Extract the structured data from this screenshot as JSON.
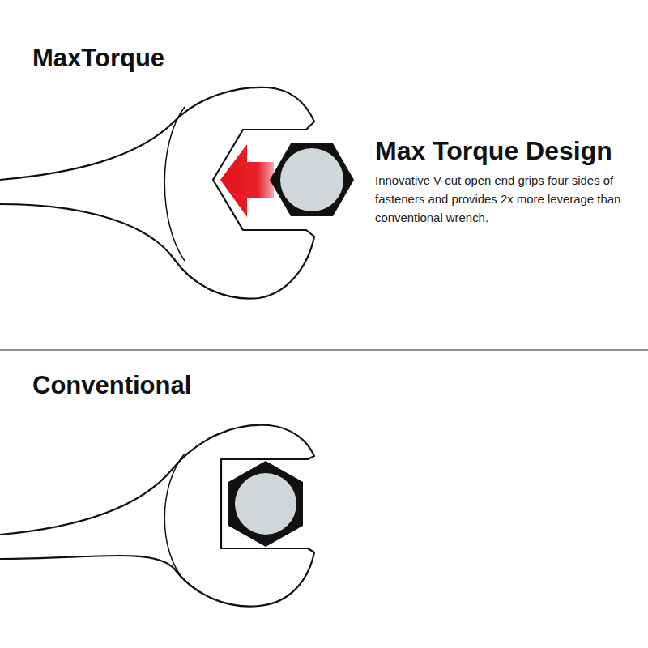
{
  "diagram": {
    "labels": [
      "MaxTorque",
      "Max Torque Design",
      "Innovative V-cut open end grips four sides of fasteners and provides 2x more leverage than conventional wrench.",
      "Conventional"
    ]
  }
}
